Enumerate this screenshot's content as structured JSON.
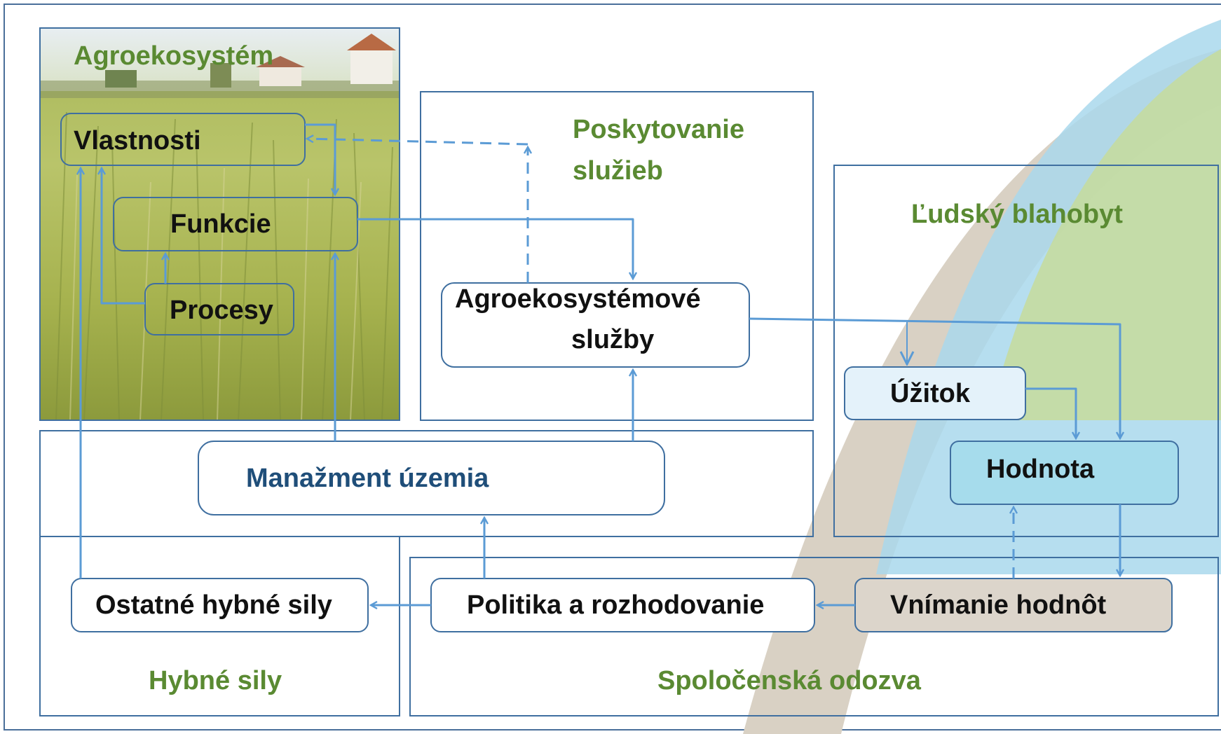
{
  "diagram": {
    "sections": {
      "agroecosystem": "Agroekosystém",
      "service_provision_line1": "Poskytovanie",
      "service_provision_line2": "služieb",
      "human_wellbeing": "Ľudský blahobyt",
      "driving_forces": "Hybné sily",
      "social_response": "Spoločenská odozva"
    },
    "nodes": {
      "properties": "Vlastnosti",
      "functions": "Funkcie",
      "processes": "Procesy",
      "services_line1": "Agroekosystémové",
      "services_line2": "služby",
      "benefit": "Úžitok",
      "value": "Hodnota",
      "land_management": "Manažment územia",
      "other_drivers": "Ostatné hybné sily",
      "policy": "Politika a rozhodovanie",
      "value_perception": "Vnímanie hodnôt"
    },
    "colors": {
      "section_green": "#5a8a32",
      "management_navy": "#1f4e79",
      "arrow_blue": "#5b9bd5",
      "frame_blue": "#3f6fa0",
      "swoosh_beige": "#d9d1c4",
      "swoosh_light_blue": "#a9d8ec",
      "swoosh_light_green": "#c5dba0"
    }
  }
}
